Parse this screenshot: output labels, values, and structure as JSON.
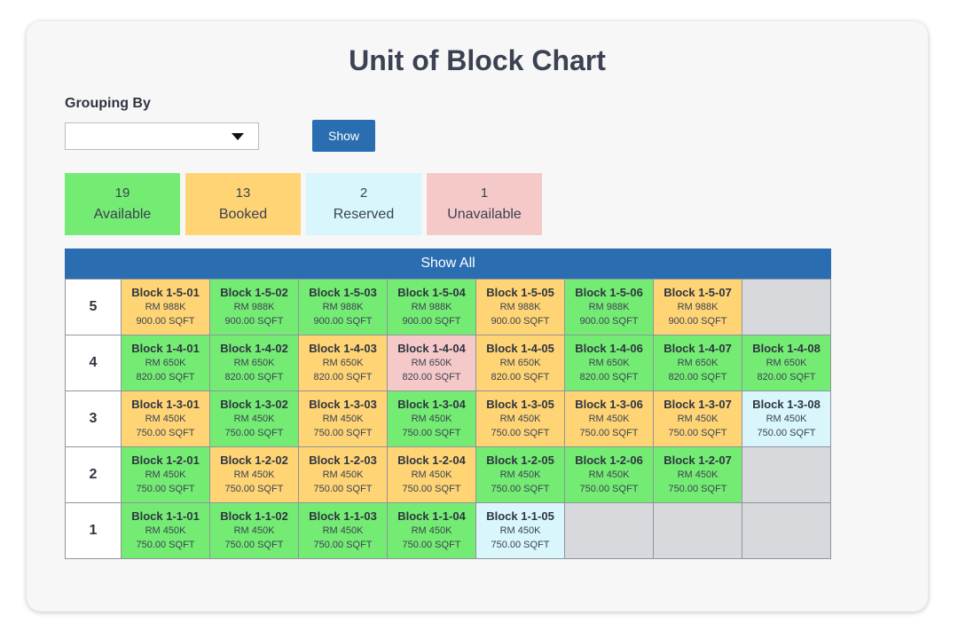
{
  "title": "Unit of Block Chart",
  "grouping": {
    "label": "Grouping By",
    "selected": ""
  },
  "show_button": "Show",
  "summary": [
    {
      "count": "19",
      "label": "Available",
      "color": "#74ec74"
    },
    {
      "count": "13",
      "label": "Booked",
      "color": "#ffd475"
    },
    {
      "count": "2",
      "label": "Reserved",
      "color": "#d8f6fb"
    },
    {
      "count": "1",
      "label": "Unavailable",
      "color": "#f6c9c9"
    }
  ],
  "show_all": "Show All",
  "status_colors": {
    "available": "#74ec74",
    "booked": "#ffd475",
    "reserved": "#d8f6fb",
    "unavailable": "#f6c9c9",
    "empty": "#d8d9dd"
  },
  "floors": [
    {
      "floor": "5",
      "units": [
        {
          "name": "Block 1-5-01",
          "price": "RM 988K",
          "area": "900.00 SQFT",
          "status": "booked"
        },
        {
          "name": "Block 1-5-02",
          "price": "RM 988K",
          "area": "900.00 SQFT",
          "status": "available"
        },
        {
          "name": "Block 1-5-03",
          "price": "RM 988K",
          "area": "900.00 SQFT",
          "status": "available"
        },
        {
          "name": "Block 1-5-04",
          "price": "RM 988K",
          "area": "900.00 SQFT",
          "status": "available"
        },
        {
          "name": "Block 1-5-05",
          "price": "RM 988K",
          "area": "900.00 SQFT",
          "status": "booked"
        },
        {
          "name": "Block 1-5-06",
          "price": "RM 988K",
          "area": "900.00 SQFT",
          "status": "available"
        },
        {
          "name": "Block 1-5-07",
          "price": "RM 988K",
          "area": "900.00 SQFT",
          "status": "booked"
        },
        null
      ]
    },
    {
      "floor": "4",
      "units": [
        {
          "name": "Block 1-4-01",
          "price": "RM 650K",
          "area": "820.00 SQFT",
          "status": "available"
        },
        {
          "name": "Block 1-4-02",
          "price": "RM 650K",
          "area": "820.00 SQFT",
          "status": "available"
        },
        {
          "name": "Block 1-4-03",
          "price": "RM 650K",
          "area": "820.00 SQFT",
          "status": "booked"
        },
        {
          "name": "Block 1-4-04",
          "price": "RM 650K",
          "area": "820.00 SQFT",
          "status": "unavailable"
        },
        {
          "name": "Block 1-4-05",
          "price": "RM 650K",
          "area": "820.00 SQFT",
          "status": "booked"
        },
        {
          "name": "Block 1-4-06",
          "price": "RM 650K",
          "area": "820.00 SQFT",
          "status": "available"
        },
        {
          "name": "Block 1-4-07",
          "price": "RM 650K",
          "area": "820.00 SQFT",
          "status": "available"
        },
        {
          "name": "Block 1-4-08",
          "price": "RM 650K",
          "area": "820.00 SQFT",
          "status": "available"
        }
      ]
    },
    {
      "floor": "3",
      "units": [
        {
          "name": "Block 1-3-01",
          "price": "RM 450K",
          "area": "750.00 SQFT",
          "status": "booked"
        },
        {
          "name": "Block 1-3-02",
          "price": "RM 450K",
          "area": "750.00 SQFT",
          "status": "available"
        },
        {
          "name": "Block 1-3-03",
          "price": "RM 450K",
          "area": "750.00 SQFT",
          "status": "booked"
        },
        {
          "name": "Block 1-3-04",
          "price": "RM 450K",
          "area": "750.00 SQFT",
          "status": "available"
        },
        {
          "name": "Block 1-3-05",
          "price": "RM 450K",
          "area": "750.00 SQFT",
          "status": "booked"
        },
        {
          "name": "Block 1-3-06",
          "price": "RM 450K",
          "area": "750.00 SQFT",
          "status": "booked"
        },
        {
          "name": "Block 1-3-07",
          "price": "RM 450K",
          "area": "750.00 SQFT",
          "status": "booked"
        },
        {
          "name": "Block 1-3-08",
          "price": "RM 450K",
          "area": "750.00 SQFT",
          "status": "reserved"
        }
      ]
    },
    {
      "floor": "2",
      "units": [
        {
          "name": "Block 1-2-01",
          "price": "RM 450K",
          "area": "750.00 SQFT",
          "status": "available"
        },
        {
          "name": "Block 1-2-02",
          "price": "RM 450K",
          "area": "750.00 SQFT",
          "status": "booked"
        },
        {
          "name": "Block 1-2-03",
          "price": "RM 450K",
          "area": "750.00 SQFT",
          "status": "booked"
        },
        {
          "name": "Block 1-2-04",
          "price": "RM 450K",
          "area": "750.00 SQFT",
          "status": "booked"
        },
        {
          "name": "Block 1-2-05",
          "price": "RM 450K",
          "area": "750.00 SQFT",
          "status": "available"
        },
        {
          "name": "Block 1-2-06",
          "price": "RM 450K",
          "area": "750.00 SQFT",
          "status": "available"
        },
        {
          "name": "Block 1-2-07",
          "price": "RM 450K",
          "area": "750.00 SQFT",
          "status": "available"
        },
        null
      ]
    },
    {
      "floor": "1",
      "units": [
        {
          "name": "Block 1-1-01",
          "price": "RM 450K",
          "area": "750.00 SQFT",
          "status": "available"
        },
        {
          "name": "Block 1-1-02",
          "price": "RM 450K",
          "area": "750.00 SQFT",
          "status": "available"
        },
        {
          "name": "Block 1-1-03",
          "price": "RM 450K",
          "area": "750.00 SQFT",
          "status": "available"
        },
        {
          "name": "Block 1-1-04",
          "price": "RM 450K",
          "area": "750.00 SQFT",
          "status": "available"
        },
        {
          "name": "Block 1-1-05",
          "price": "RM 450K",
          "area": "750.00 SQFT",
          "status": "reserved"
        },
        null,
        null,
        null
      ]
    }
  ]
}
